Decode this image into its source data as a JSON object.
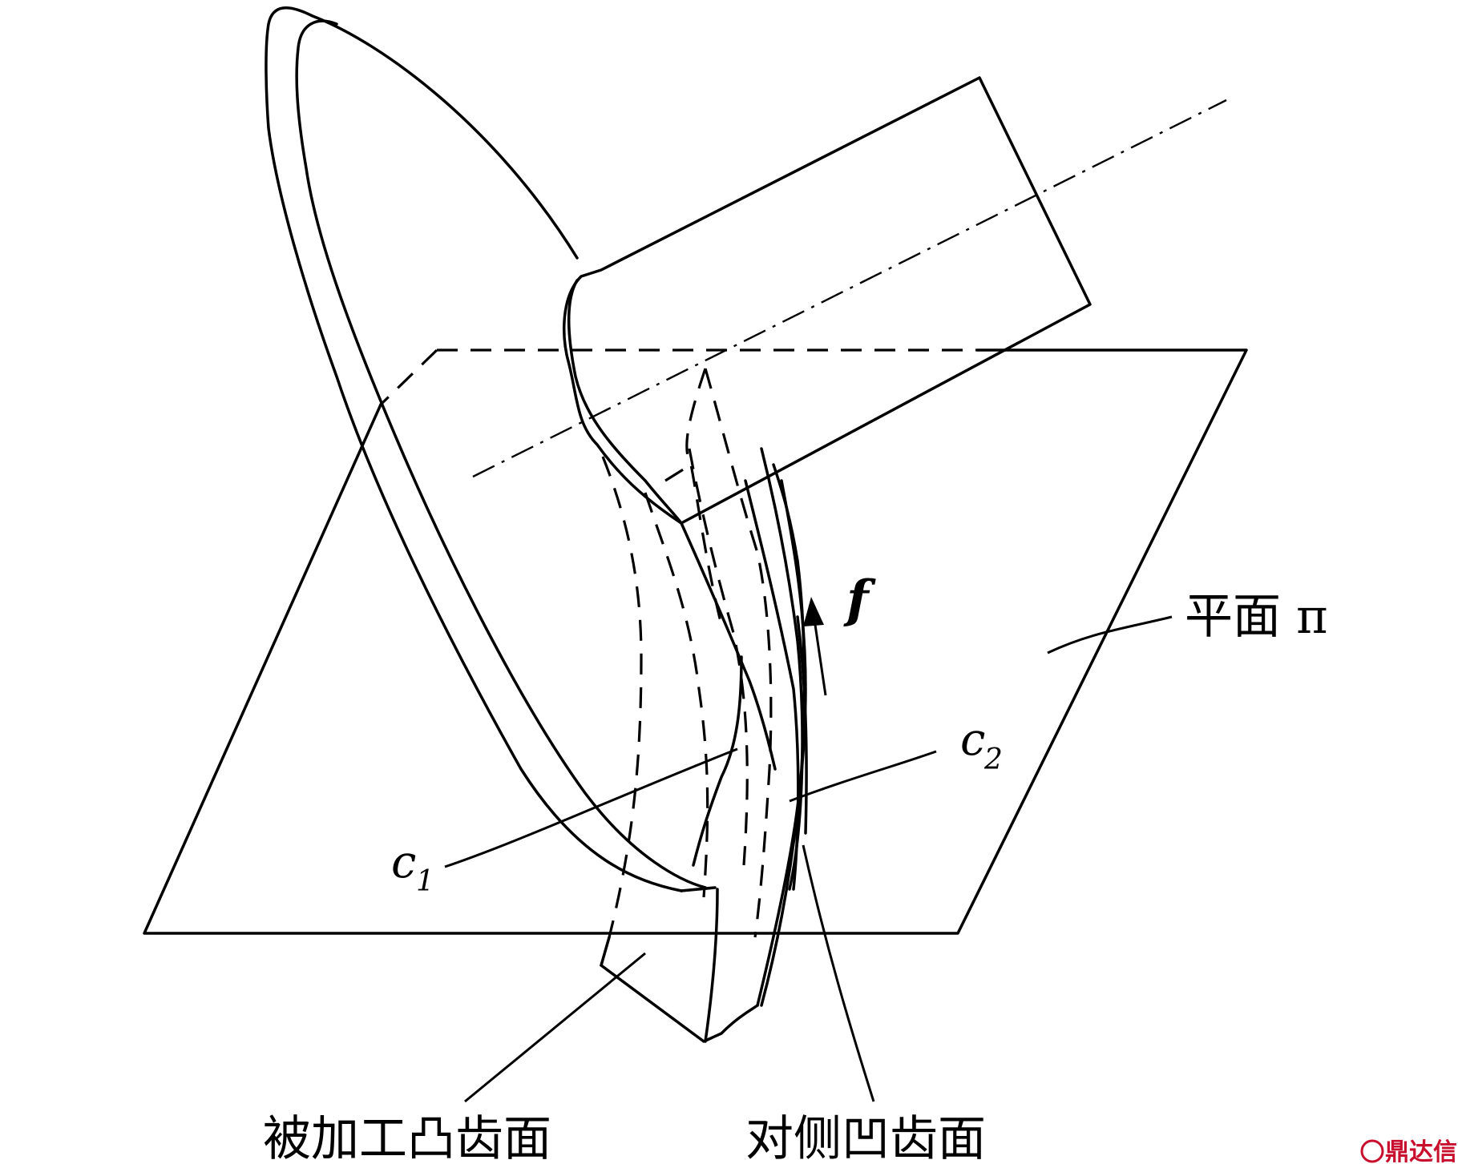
{
  "labels": {
    "plane": "平面 π",
    "c1_letter": "c",
    "c1_sub": "1",
    "c2_letter": "c",
    "c2_sub": "2",
    "feed": "f",
    "machined_convex_surface": "被加工凸齿面",
    "opposite_concave_surface": "对侧凹齿面"
  },
  "watermark": {
    "text": "鼎达信",
    "color": "#c8102e"
  }
}
